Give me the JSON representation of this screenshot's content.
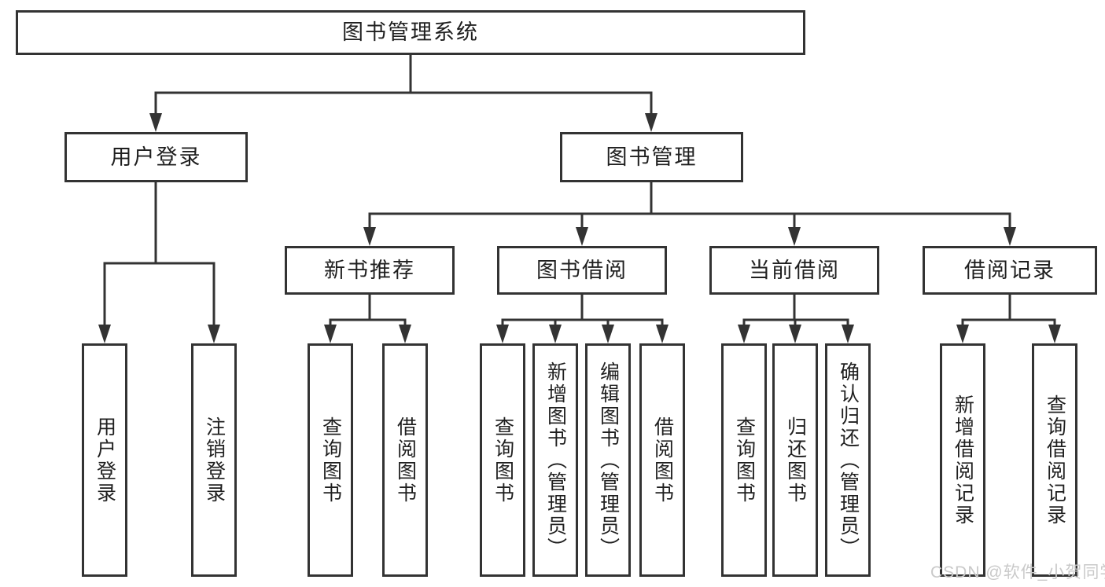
{
  "diagram": {
    "root": {
      "label": "图书管理系统"
    },
    "level2": {
      "user_login": {
        "label": "用户登录"
      },
      "book_mgmt": {
        "label": "图书管理"
      }
    },
    "level3": {
      "new_books": {
        "label": "新书推荐"
      },
      "book_borrow": {
        "label": "图书借阅"
      },
      "current_borrow": {
        "label": "当前借阅"
      },
      "borrow_records": {
        "label": "借阅记录"
      }
    },
    "leaves": {
      "user_login": "用户登录",
      "logout": "注销登录",
      "nb_query": "查询图书",
      "nb_borrow": "借阅图书",
      "bb_query": "查询图书",
      "bb_add": "新增图书（管理员）",
      "bb_edit": "编辑图书（管理员）",
      "bb_borrow": "借阅图书",
      "cb_query": "查询图书",
      "cb_return": "归还图书",
      "cb_confirm": "确认归还（管理员）",
      "br_add": "新增借阅记录",
      "br_query": "查询借阅记录"
    },
    "watermark": "CSDN @软件_小贺同学",
    "colors": {
      "line": "#333333",
      "text": "#1f1f1f",
      "background": "#ffffff",
      "watermark": "#c9c9c9"
    }
  }
}
